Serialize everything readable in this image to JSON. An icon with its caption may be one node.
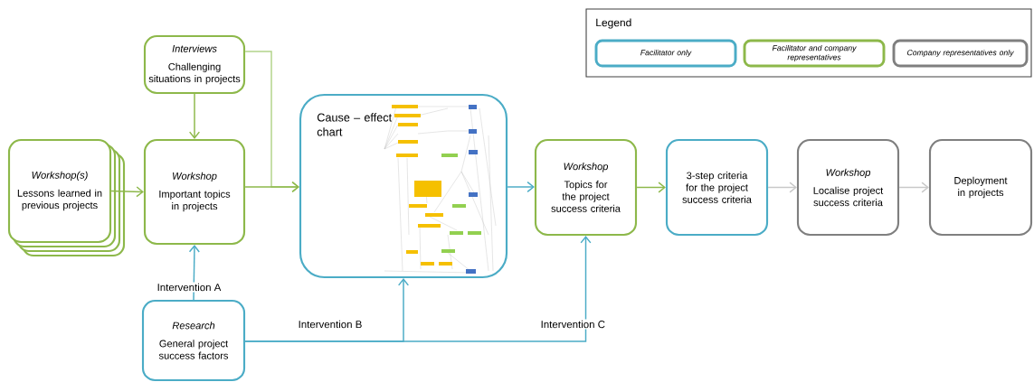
{
  "diagram": {
    "nodes": [
      {
        "text": [
          "Workshop(s)",
          "Lessons learned in previous projects"
        ]
      },
      {
        "text": [
          "Interviews",
          "Challenging situations in projects"
        ]
      },
      {
        "text": [
          "Workshop",
          "Important topics in projects"
        ]
      },
      {
        "text": [
          "Cause – effect chart"
        ]
      },
      {
        "text": [
          "Research",
          "General project success factors"
        ]
      },
      {
        "text": [
          "Workshop",
          "Topics for the project success criteria"
        ]
      },
      {
        "text": [
          "3-step criteria for the project success criteria"
        ]
      },
      {
        "text": [
          "Workshop",
          "Localise project success criteria"
        ]
      },
      {
        "text": [
          "Deployment in projects"
        ]
      }
    ],
    "edges": [
      {
        "from": 0,
        "to": 2,
        "arrow": "to"
      },
      {
        "from": 1,
        "to": 2,
        "arrow": "to"
      },
      {
        "from": 1,
        "to": 3,
        "arrow": "to",
        "color": "#b3d48a"
      },
      {
        "from": 2,
        "to": 3,
        "arrow": "to"
      },
      {
        "from": 4,
        "to": 2,
        "arrow": "to",
        "label": "Intervention A",
        "color": "#4bacc6"
      },
      {
        "from": 4,
        "to": 3,
        "arrow": "to",
        "label": "Intervention B",
        "color": "#4bacc6"
      },
      {
        "from": 4,
        "to": 5,
        "arrow": "to",
        "label": "Intervention C",
        "color": "#4bacc6"
      },
      {
        "from": 3,
        "to": 5,
        "arrow": "to",
        "color": "#4bacc6"
      },
      {
        "from": 5,
        "to": 6,
        "arrow": "to"
      },
      {
        "from": 6,
        "to": 7,
        "arrow": "to",
        "color": "#c8c8c8"
      },
      {
        "from": 7,
        "to": 8,
        "arrow": "to",
        "color": "#c8c8c8"
      }
    ],
    "labels": [
      "Legend"
    ],
    "legend": [
      {
        "text": "Facilitator only",
        "color": "#4bacc6"
      },
      {
        "text": "Facilitator and company representatives",
        "color": "#8db84a"
      },
      {
        "text": "Company representatives only",
        "color": "#7f7f7f"
      }
    ]
  }
}
